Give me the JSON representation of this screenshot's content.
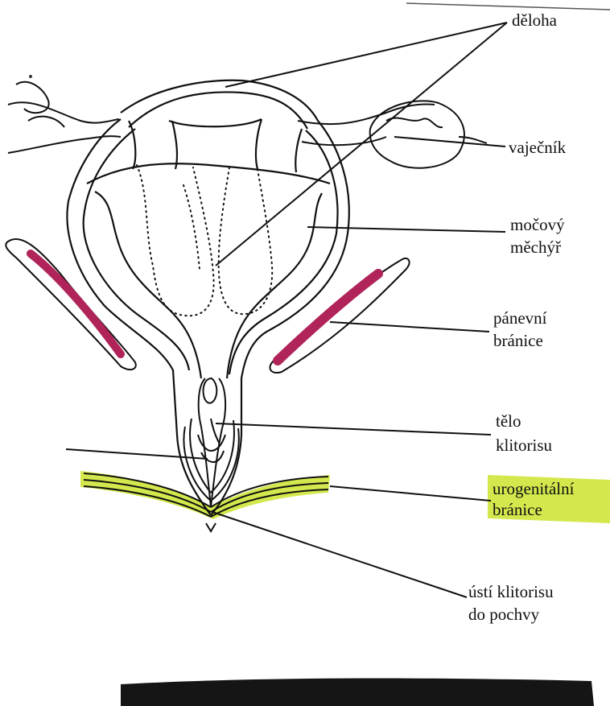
{
  "labels": {
    "deloha": "děloha",
    "vajecnik": "vaječník",
    "mocovy_mechyr_l1": "močový",
    "mocovy_mechyr_l2": "měchýř",
    "panevni_branice_l1": "pánevní",
    "panevni_branice_l2": "bránice",
    "telo_klitorisu_l1": "tělo",
    "telo_klitorisu_l2": "klitorisu",
    "urogenitalni_branice_l1": "urogenitální",
    "urogenitalni_branice_l2": "bránice",
    "usti_l1": "ústí klitorisu",
    "usti_l2": "do pochvy"
  },
  "colors": {
    "ink": "#111111",
    "muscle": "#b0245a",
    "highlight": "#cfe53a",
    "bar": "#151515"
  }
}
